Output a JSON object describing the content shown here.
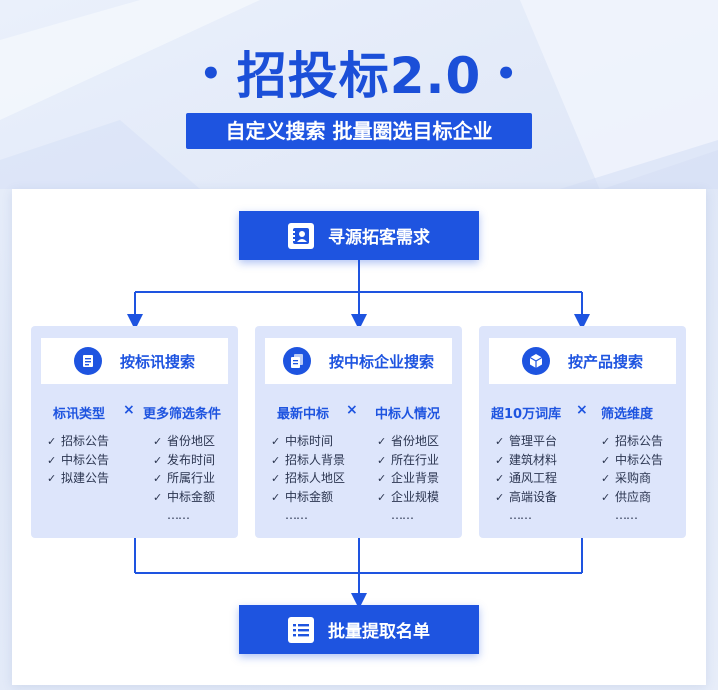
{
  "header": {
    "title": "招投标2.0",
    "dot_glyph": "•",
    "subtitle": "自定义搜索 批量圈选目标企业"
  },
  "colors": {
    "primary": "#1e54e0",
    "card_bg": "#dde5fb",
    "text_dark": "#2b3550"
  },
  "top_node": {
    "label": "寻源拓客需求",
    "icon": "contact-book-icon"
  },
  "bottom_node": {
    "label": "批量提取名单",
    "icon": "list-icon"
  },
  "cards": [
    {
      "title": "按标讯搜索",
      "icon": "document-icon",
      "left_title": "标讯类型",
      "times": "×",
      "right_title": "更多筛选条件",
      "left_items": [
        "招标公告",
        "中标公告",
        "拟建公告"
      ],
      "right_items": [
        "省份地区",
        "发布时间",
        "所属行业",
        "中标金额"
      ],
      "right_more": "……"
    },
    {
      "title": "按中标企业搜索",
      "icon": "files-icon",
      "left_title": "最新中标",
      "times": "×",
      "right_title": "中标人情况",
      "left_items": [
        "中标时间",
        "招标人背景",
        "招标人地区",
        "中标金额"
      ],
      "left_more": "……",
      "right_items": [
        "省份地区",
        "所在行业",
        "企业背景",
        "企业规模"
      ],
      "right_more": "……"
    },
    {
      "title": "按产品搜索",
      "icon": "cube-icon",
      "left_title": "超10万词库",
      "times": "×",
      "right_title": "筛选维度",
      "left_items": [
        "管理平台",
        "建筑材料",
        "通风工程",
        "高端设备"
      ],
      "left_more": "……",
      "right_items": [
        "招标公告",
        "中标公告",
        "采购商",
        "供应商"
      ],
      "right_more": "……"
    }
  ],
  "check_glyph": "✓"
}
